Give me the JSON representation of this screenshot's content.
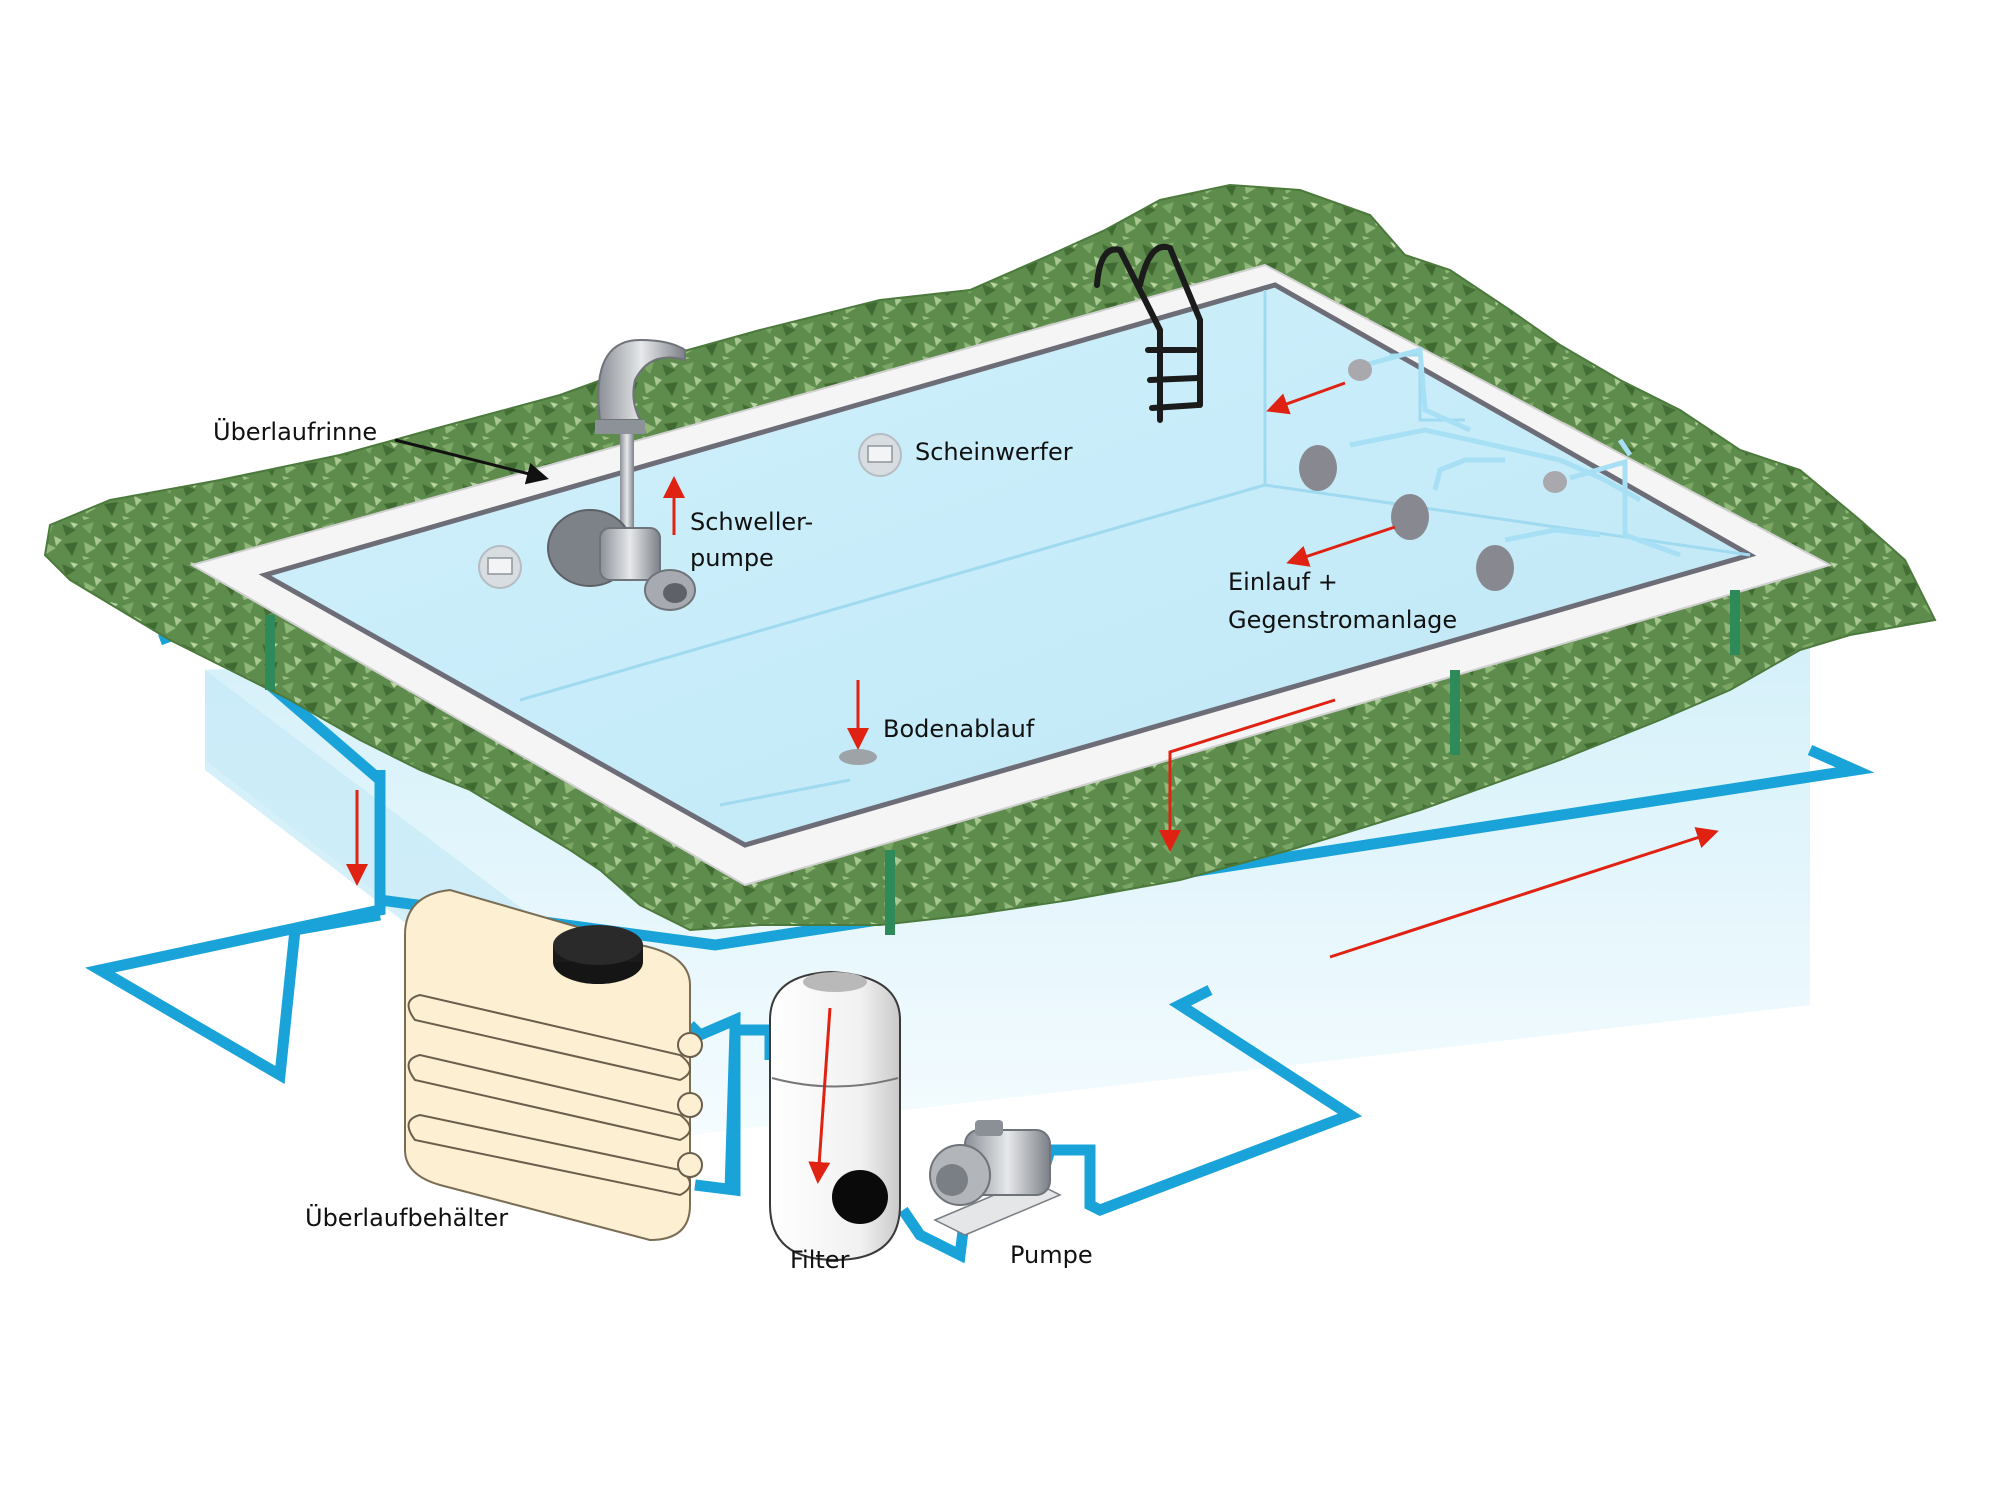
{
  "labels": {
    "overflow_gutter": "Überlaufrinne",
    "spotlight": "Scheinwerfer",
    "surge_pump_line1": "Schweller-",
    "surge_pump_line2": "pumpe",
    "inlet_line1": "Einlauf +",
    "inlet_line2": "Gegenstromanlage",
    "floor_drain": "Bodenablauf",
    "overflow_tank": "Überlaufbehälter",
    "filter": "Filter",
    "pump": "Pumpe"
  },
  "colors": {
    "pipe": "#1aa3d8",
    "water": "#d2f1fb",
    "water_wall": "#e6f7fd",
    "grass": "#5b8a4a",
    "rim": "#f5f5f5",
    "rim_edge": "#6d6d78",
    "flow_arrow": "#e02212",
    "tank": "#fcefd2",
    "pointer_arrow": "#111111"
  },
  "icons": {
    "ladder": "pool-ladder-icon",
    "waterfall": "waterfall-spout-icon",
    "surge_pump": "surge-pump-icon",
    "spotlight": "spotlight-icon",
    "jet": "jet-nozzle-icon",
    "drain": "floor-drain-icon",
    "tank": "overflow-tank-icon",
    "filter": "sand-filter-icon",
    "pump": "circulation-pump-icon"
  }
}
